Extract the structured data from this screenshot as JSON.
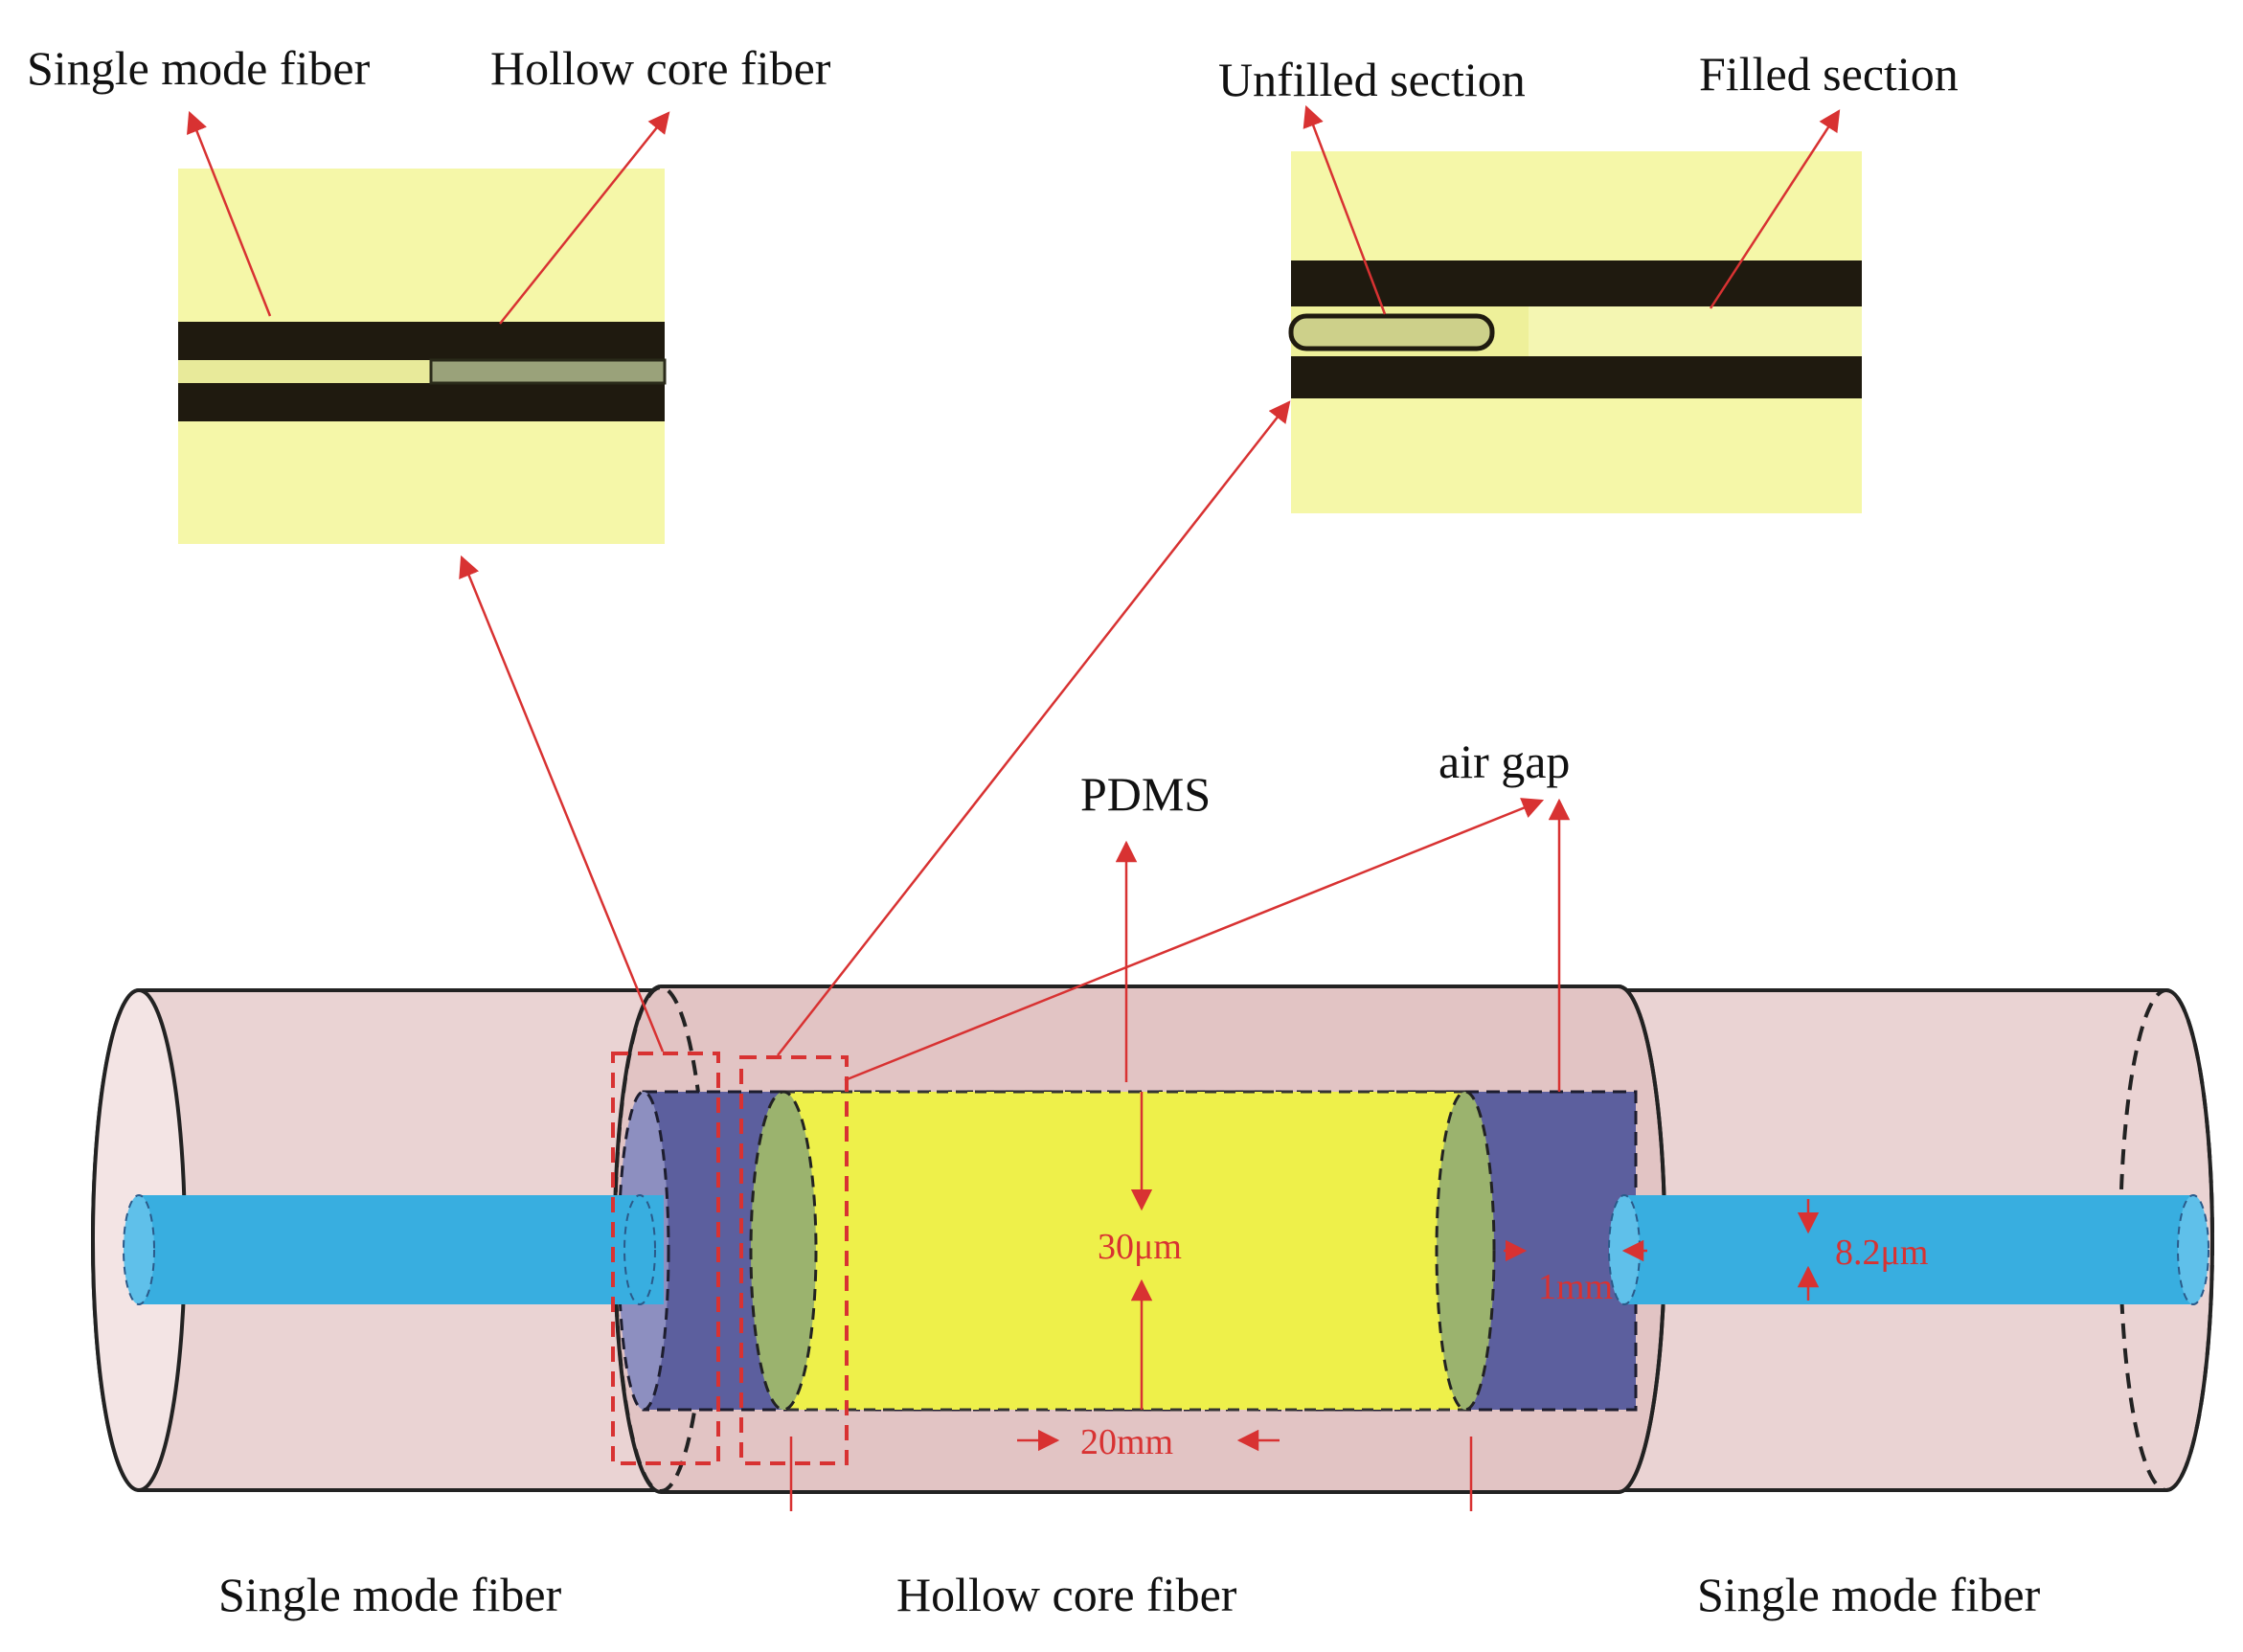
{
  "micrographs": {
    "left": {
      "label_smf": "Single mode fiber",
      "label_hcf": "Hollow core fiber"
    },
    "right": {
      "label_unfilled": "Unfilled section",
      "label_filled": "Filled section"
    }
  },
  "callouts": {
    "pdms": "PDMS",
    "air_gap": "air gap"
  },
  "dimensions": {
    "core_diameter": "30μm",
    "smf_core": "8.2μm",
    "gap_length": "1mm",
    "filled_length": "20mm"
  },
  "bottom_labels": {
    "left_smf": "Single mode fiber",
    "hcf": "Hollow core fiber",
    "right_smf": "Single mode fiber"
  },
  "colors": {
    "annotation": "#d83232",
    "pdms": "#eef04a",
    "cladding": "#e8cccc",
    "hollow_core": "#5c5f9e",
    "smf_core": "#38aee0",
    "micrograph_bg": "#f5f7a8"
  }
}
